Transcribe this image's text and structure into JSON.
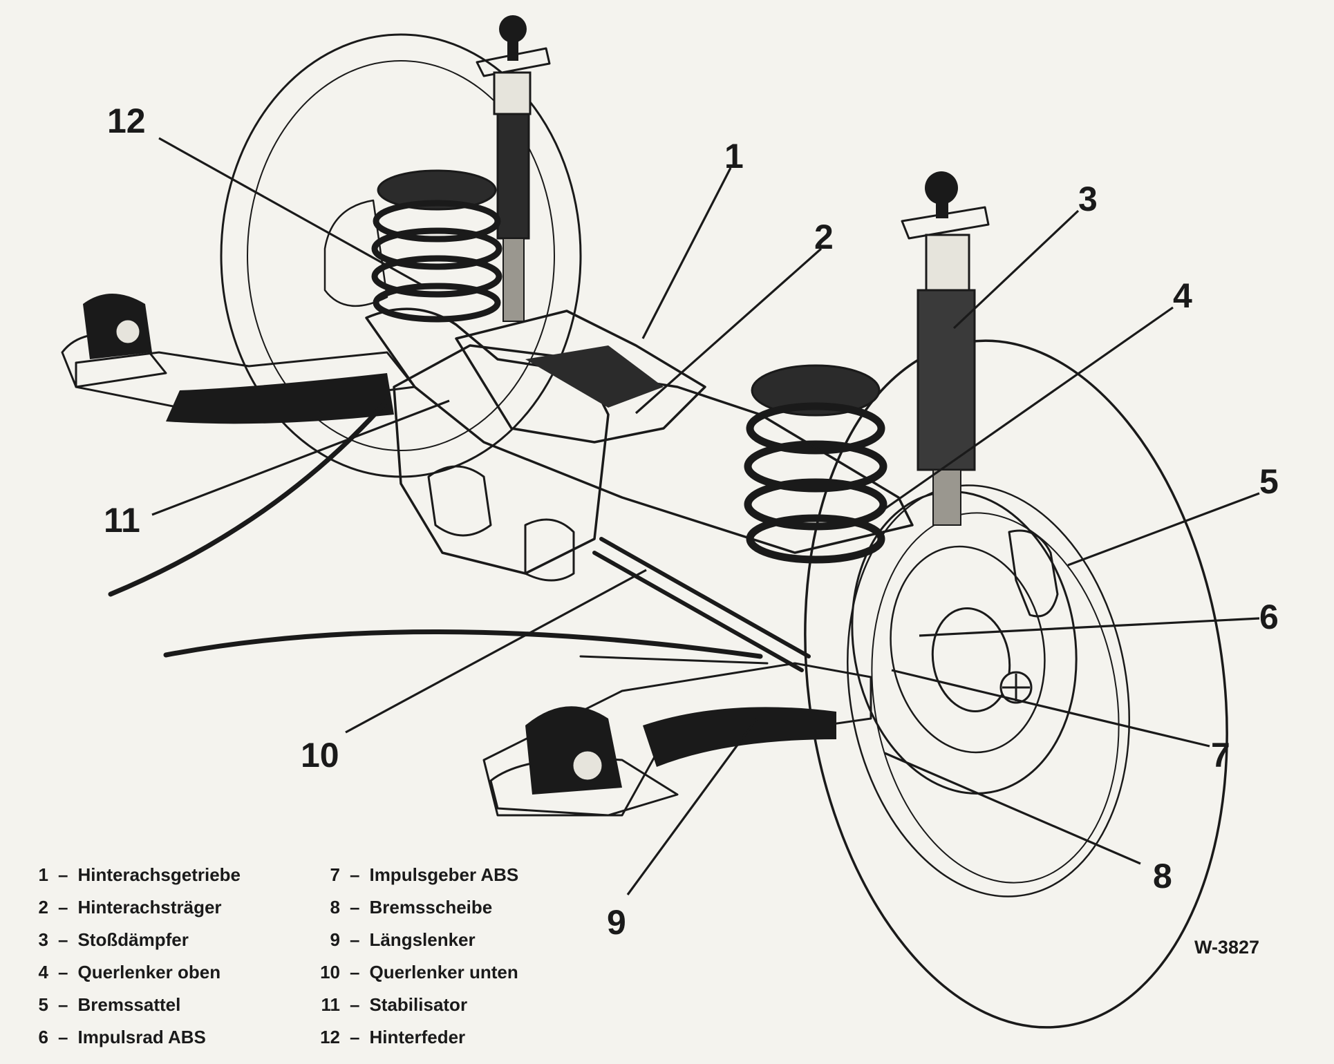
{
  "callouts": [
    {
      "num": "1",
      "label": "Hinterachsgetriebe"
    },
    {
      "num": "2",
      "label": "Hinterachsträger"
    },
    {
      "num": "3",
      "label": "Stoßdämpfer"
    },
    {
      "num": "4",
      "label": "Querlenker oben"
    },
    {
      "num": "5",
      "label": "Bremssattel"
    },
    {
      "num": "6",
      "label": "Impulsrad ABS"
    },
    {
      "num": "7",
      "label": "Impulsgeber ABS"
    },
    {
      "num": "8",
      "label": "Bremsscheibe"
    },
    {
      "num": "9",
      "label": "Längslenker"
    },
    {
      "num": "10",
      "label": "Querlenker unten"
    },
    {
      "num": "11",
      "label": "Stabilisator"
    },
    {
      "num": "12",
      "label": "Hinterfeder"
    }
  ],
  "legend_separator": "–",
  "figure_code": "W-3827",
  "colors": {
    "ink": "#1a1a1a",
    "paper": "#f4f3ee",
    "shade": "#2b2b2b"
  }
}
